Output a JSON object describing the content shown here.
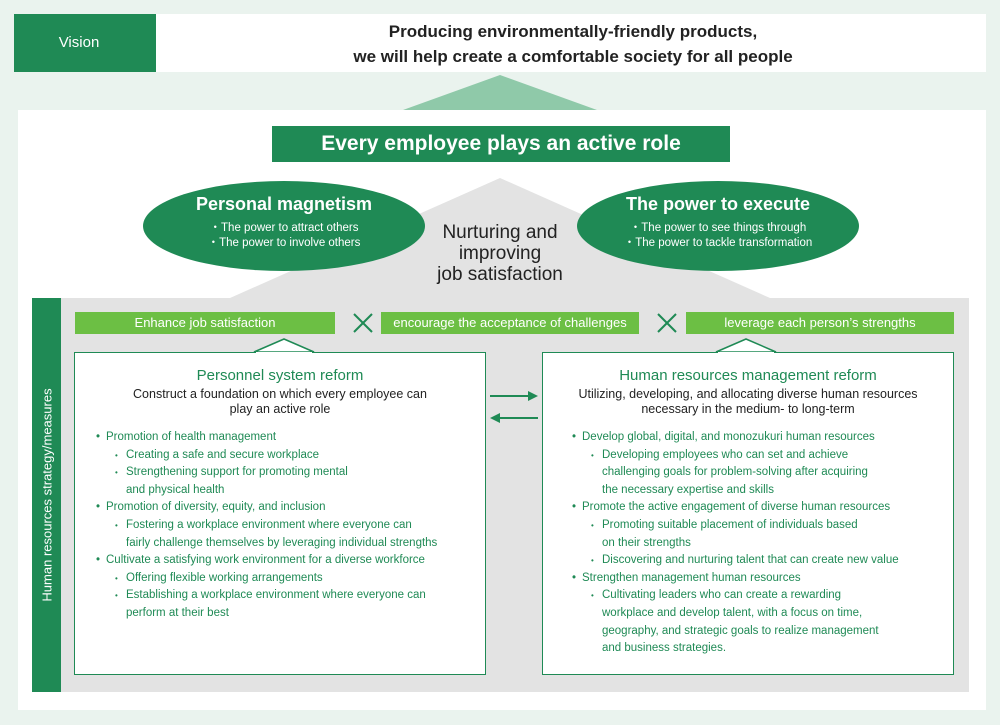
{
  "vision": {
    "tag": "Vision",
    "line1": "Producing environmentally-friendly products,",
    "line2": "we will help create a comfortable society for all people"
  },
  "banner": "Every employee plays an active role",
  "left_ellipse": {
    "title": "Personal magnetism",
    "items": [
      "・The power to attract others",
      "・The power to involve others"
    ]
  },
  "right_ellipse": {
    "title": "The power to execute",
    "items": [
      "・The power to see things through",
      "・The power to tackle transformation"
    ]
  },
  "center": {
    "line1": "Nurturing and",
    "line2": "improving",
    "line3": "job satisfaction"
  },
  "sidebar_label": "Human resources strategy/measures",
  "strips": [
    "Enhance job satisfaction",
    "encourage the acceptance of challenges",
    "leverage each person’s strengths"
  ],
  "colors": {
    "dark_green": "#1f8a55",
    "light_green": "#6cbf44",
    "pale_green": "#8fc9a9",
    "gray": "#e3e3e3"
  },
  "left_box": {
    "title": "Personnel system reform",
    "sub1": "Construct a foundation on which every employee can",
    "sub2": "play an active role",
    "lines": [
      {
        "level": 1,
        "text": "Promotion of health management"
      },
      {
        "level": 2,
        "text": "Creating a safe and secure workplace"
      },
      {
        "level": 2,
        "text": "Strengthening support for promoting mental"
      },
      {
        "level": 3,
        "text": "and physical health"
      },
      {
        "level": 1,
        "text": "Promotion of diversity, equity, and inclusion"
      },
      {
        "level": 2,
        "text": "Fostering a workplace environment where everyone can"
      },
      {
        "level": 3,
        "text": "fairly challenge themselves by leveraging individual strengths"
      },
      {
        "level": 1,
        "text": "Cultivate a satisfying work environment for a diverse workforce"
      },
      {
        "level": 2,
        "text": "Offering flexible working arrangements"
      },
      {
        "level": 2,
        "text": "Establishing a workplace environment where everyone can"
      },
      {
        "level": 3,
        "text": "perform at their best"
      }
    ]
  },
  "right_box": {
    "title": "Human resources management reform",
    "sub1": "Utilizing, developing, and allocating diverse human resources",
    "sub2": "necessary in the medium- to long-term",
    "lines": [
      {
        "level": 1,
        "text": "Develop global, digital, and monozukuri human resources"
      },
      {
        "level": 2,
        "text": "Developing employees who can set and achieve"
      },
      {
        "level": 3,
        "text": "challenging goals for problem-solving after acquiring"
      },
      {
        "level": 3,
        "text": "the necessary expertise and skills"
      },
      {
        "level": 1,
        "text": "Promote the active engagement of diverse human resources"
      },
      {
        "level": 2,
        "text": "Promoting suitable placement of individuals based"
      },
      {
        "level": 3,
        "text": "on their strengths"
      },
      {
        "level": 2,
        "text": "Discovering and nurturing talent that can create new value"
      },
      {
        "level": 1,
        "text": "Strengthen management human resources"
      },
      {
        "level": 2,
        "text": "Cultivating leaders who can create a rewarding"
      },
      {
        "level": 3,
        "text": "workplace and develop talent, with a focus on time,"
      },
      {
        "level": 3,
        "text": "geography, and strategic goals to realize management"
      },
      {
        "level": 3,
        "text": "and business strategies."
      }
    ]
  }
}
